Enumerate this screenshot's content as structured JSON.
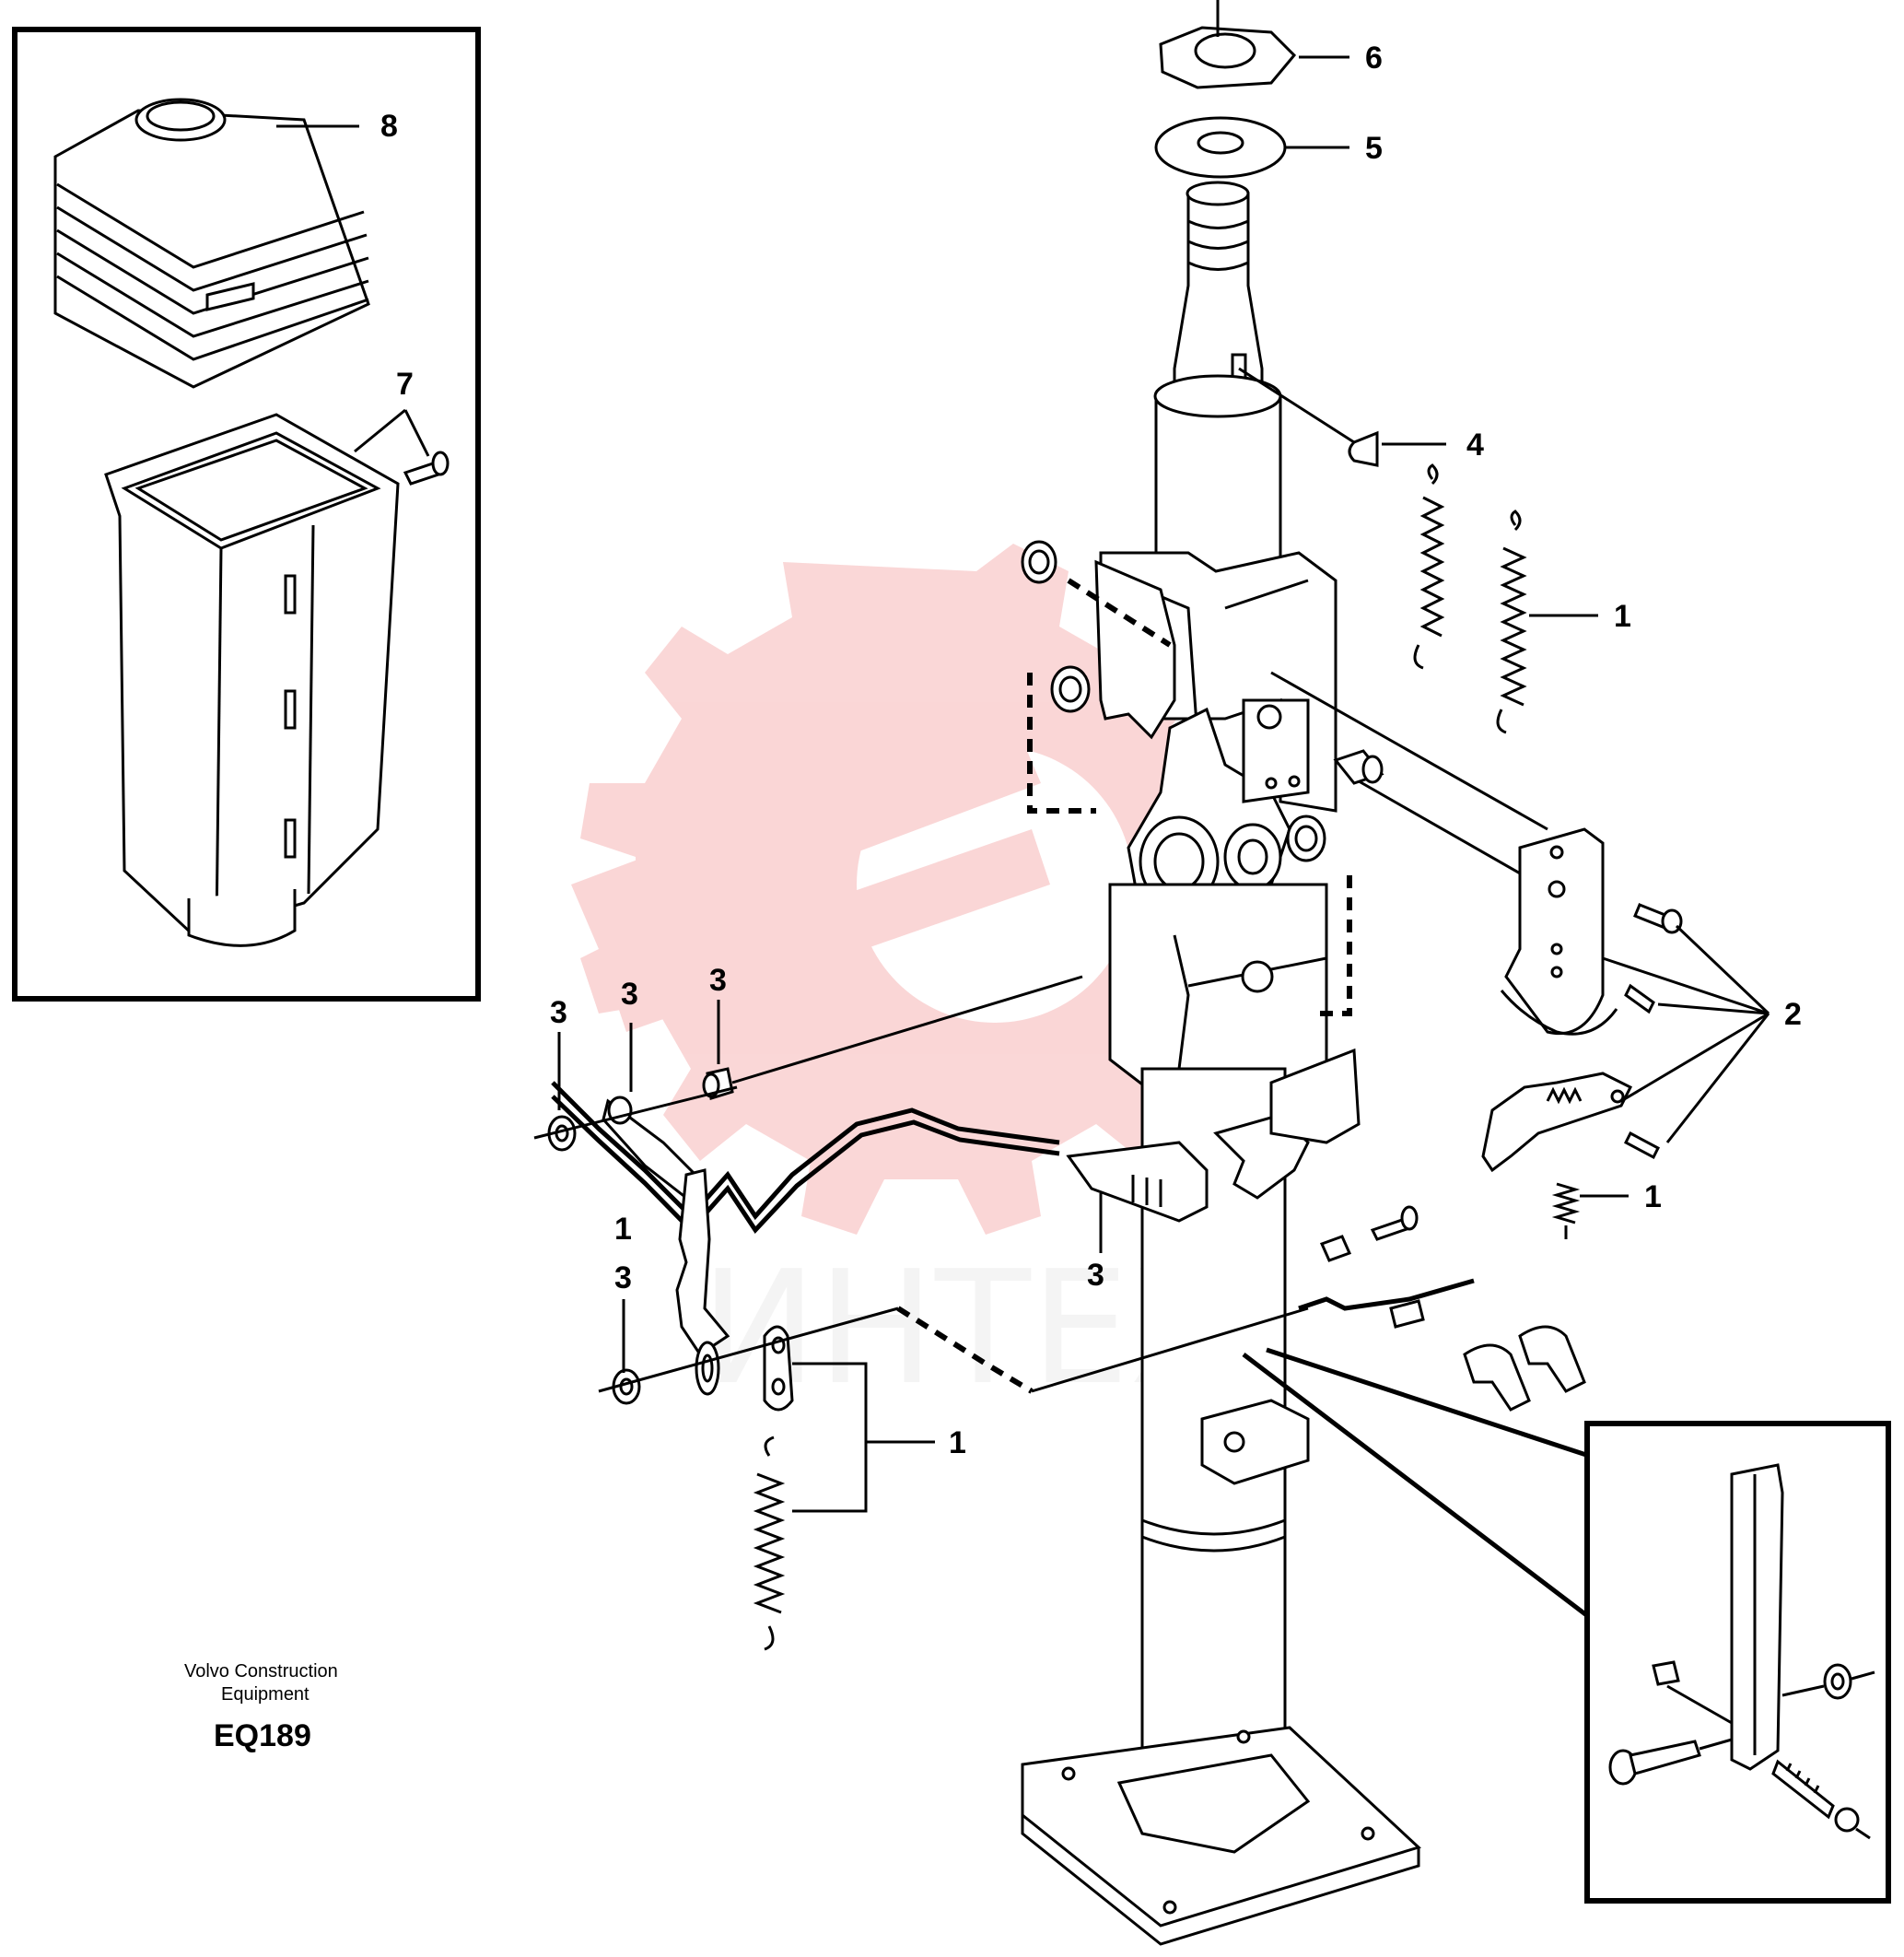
{
  "diagram": {
    "watermark_text": "ИНТЕХ",
    "watermark_color": "#f4a6a6",
    "line_color": "#000000",
    "callouts": [
      {
        "id": "c6",
        "text": "6"
      },
      {
        "id": "c5",
        "text": "5"
      },
      {
        "id": "c8",
        "text": "8"
      },
      {
        "id": "c7",
        "text": "7"
      },
      {
        "id": "c4",
        "text": "4"
      },
      {
        "id": "c1a",
        "text": "1"
      },
      {
        "id": "c2",
        "text": "2"
      },
      {
        "id": "c1b",
        "text": "1"
      },
      {
        "id": "c3a",
        "text": "3"
      },
      {
        "id": "c3b",
        "text": "3"
      },
      {
        "id": "c3c",
        "text": "3"
      },
      {
        "id": "c3d",
        "text": "3"
      },
      {
        "id": "c1c",
        "text": "1"
      },
      {
        "id": "c3e",
        "text": "3"
      },
      {
        "id": "c1d",
        "text": "1"
      }
    ],
    "caption": {
      "line1": "Volvo Construction",
      "line2": "Equipment",
      "code": "EQ189"
    }
  }
}
